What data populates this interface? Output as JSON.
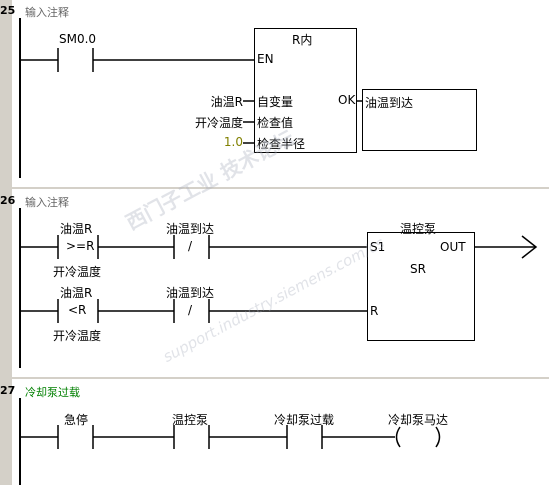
{
  "networks": [
    {
      "number": "25",
      "comment": "输入注释"
    },
    {
      "number": "26",
      "comment": "输入注释"
    },
    {
      "number": "27",
      "comment": "冷却泵过载"
    }
  ],
  "net25": {
    "contact": "SM0.0",
    "block_title": "R内",
    "en": "EN",
    "ok": "OK",
    "in1_name": "自变量",
    "in1_op": "油温R",
    "in2_name": "检查值",
    "in2_op": "开冷温度",
    "in3_name": "检查半径",
    "in3_op": "1.0",
    "out_op": "油温到达"
  },
  "net26": {
    "cmp1_top": "油温R",
    "cmp1_op": ">=R",
    "cmp1_bottom": "开冷温度",
    "cmp2_top": "油温R",
    "cmp2_op": "<R",
    "cmp2_bottom": "开冷温度",
    "nc1": "油温到达",
    "nc1_sym": "/",
    "nc2": "油温到达",
    "nc2_sym": "/",
    "block_top": "温控泵",
    "s1": "S1",
    "out": "OUT",
    "sr": "SR",
    "r": "R"
  },
  "net27": {
    "c1": "急停",
    "c2": "温控泵",
    "c3": "冷却泵过载",
    "coil": "冷却泵马达"
  },
  "watermark": {
    "line1": "西门子工业 技术论坛",
    "line2": "support.industry.siemens.com/cs"
  },
  "colors": {
    "gutter": "#d4d0c8",
    "comment_green": "#008000",
    "constant": "#808000"
  }
}
